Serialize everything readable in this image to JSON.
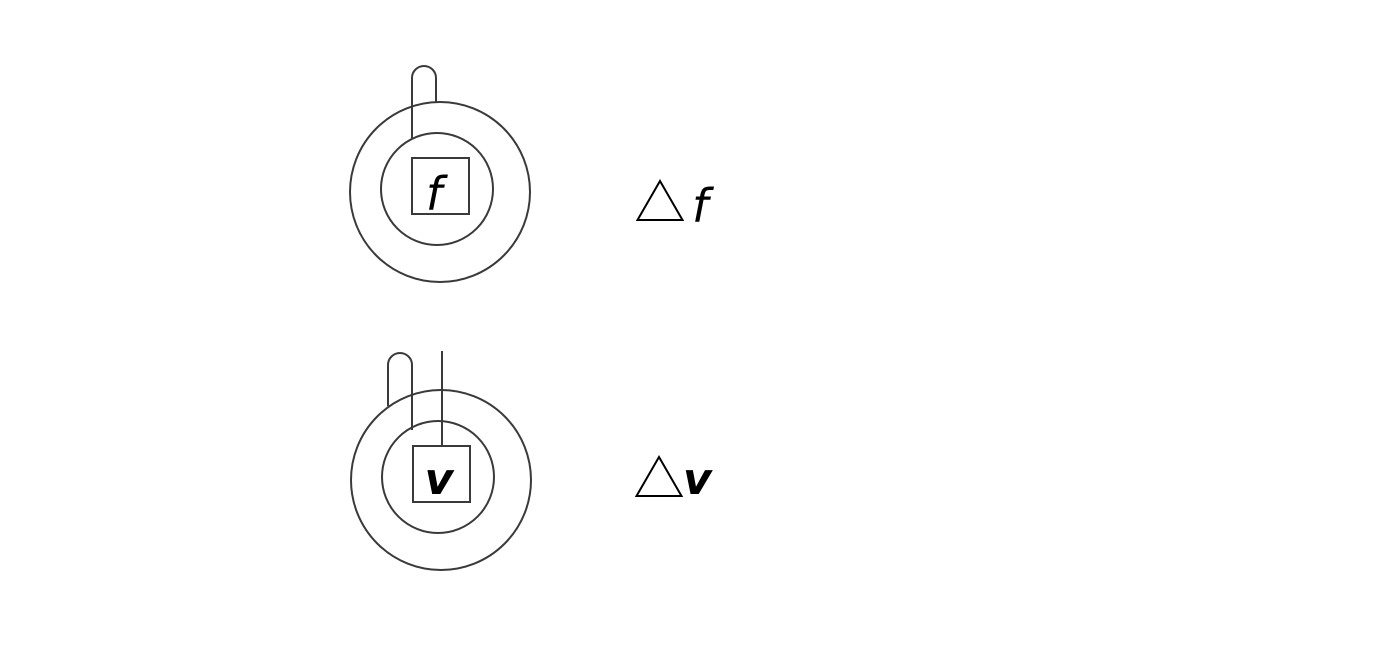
{
  "diagrams": [
    {
      "box_label": "f",
      "formula_symbol": "△",
      "formula_variable": "f"
    },
    {
      "box_label": "v",
      "formula_symbol": "△",
      "formula_variable": "v"
    }
  ],
  "colors": {
    "line": "#3a3a3a",
    "text": "#000000",
    "background": "#ffffff"
  }
}
